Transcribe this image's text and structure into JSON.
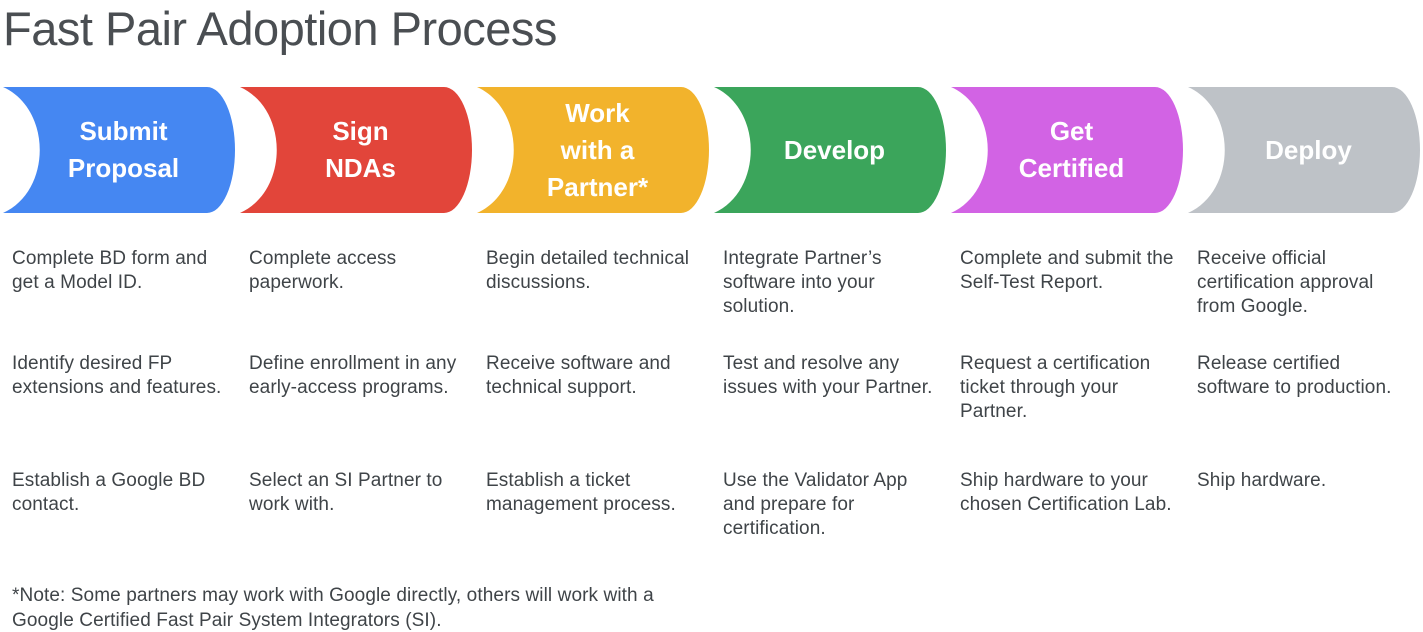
{
  "title": "Fast Pair Adoption Process",
  "note": "*Note: Some partners may work with Google directly, others will work with a Google Certified Fast Pair System Integrators (SI).",
  "stages": [
    {
      "label": "Submit Proposal",
      "label_lines": [
        "Submit",
        "Proposal"
      ],
      "color": "#4587F2",
      "items": [
        "Complete BD form and get a Model ID.",
        "Identify desired FP extensions and features.",
        "Establish a Google BD contact."
      ]
    },
    {
      "label": "Sign NDAs",
      "label_lines": [
        "Sign",
        "NDAs"
      ],
      "color": "#E2453A",
      "items": [
        "Complete access paperwork.",
        "Define enrollment in any early-access programs.",
        "Select an SI Partner to work with."
      ]
    },
    {
      "label": "Work with a Partner*",
      "label_lines": [
        "Work",
        "with a",
        "Partner*"
      ],
      "color": "#F2B32C",
      "items": [
        "Begin detailed technical discussions.",
        "Receive software and technical support.",
        "Establish a ticket management process."
      ]
    },
    {
      "label": "Develop",
      "label_lines": [
        "Develop"
      ],
      "color": "#3BA55B",
      "items": [
        "Integrate Partner’s software into your solution.",
        "Test and resolve any issues with your Partner.",
        "Use the Validator App and prepare for certification."
      ]
    },
    {
      "label": "Get Certified",
      "label_lines": [
        "Get",
        "Certified"
      ],
      "color": "#D263E4",
      "items": [
        "Complete and submit the Self-Test Report.",
        "Request a certification ticket through your Partner.",
        "Ship hardware to your chosen Certification Lab."
      ]
    },
    {
      "label": "Deploy",
      "label_lines": [
        "Deploy"
      ],
      "color": "#BEC2C7",
      "items": [
        "Receive official certification approval from Google.",
        "Release certified software to production.",
        "Ship hardware."
      ]
    }
  ]
}
